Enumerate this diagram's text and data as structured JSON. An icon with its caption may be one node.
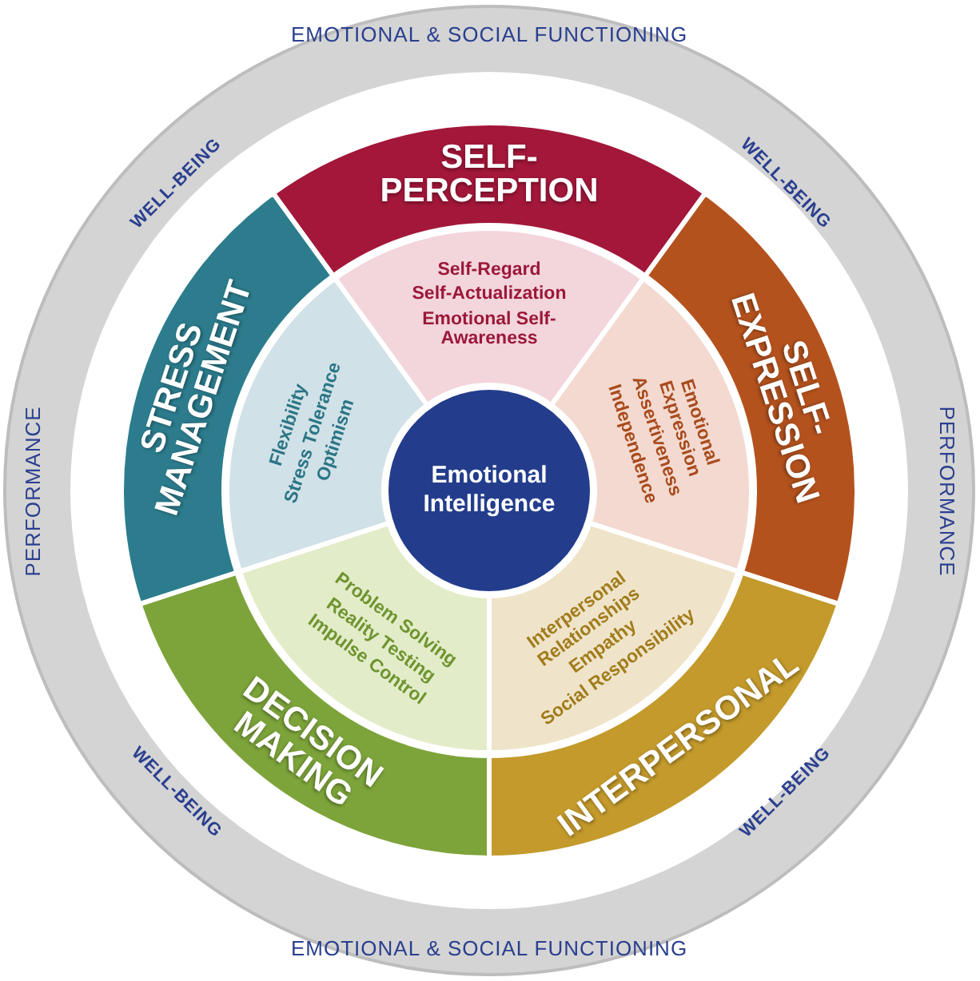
{
  "diagram": {
    "nodes": [
      {
        "text": [
          "Emotional Intelligence"
        ]
      },
      {
        "text": [
          "SELF-PERCEPTION",
          "Self-Regard",
          "Self-Actualization",
          "Emotional Self-Awareness"
        ]
      },
      {
        "text": [
          "SELF-EXPRESSION",
          "Emotional Expression",
          "Assertiveness",
          "Independence"
        ]
      },
      {
        "text": [
          "INTERPERSONAL",
          "Interpersonal Relationships",
          "Empathy",
          "Social Responsibility"
        ]
      },
      {
        "text": [
          "DECISION MAKING",
          "Problem Solving",
          "Reality Testing",
          "Impulse Control"
        ]
      },
      {
        "text": [
          "STRESS MANAGEMENT",
          "Flexibility",
          "Stress Tolerance",
          "Optimism"
        ]
      }
    ],
    "labels": [
      "EMOTIONAL & SOCIAL FUNCTIONING",
      "WELL-BEING",
      "WELL-BEING",
      "PERFORMANCE",
      "PERFORMANCE",
      "WELL-BEING",
      "WELL-BEING",
      "EMOTIONAL & SOCIAL FUNCTIONING"
    ]
  }
}
